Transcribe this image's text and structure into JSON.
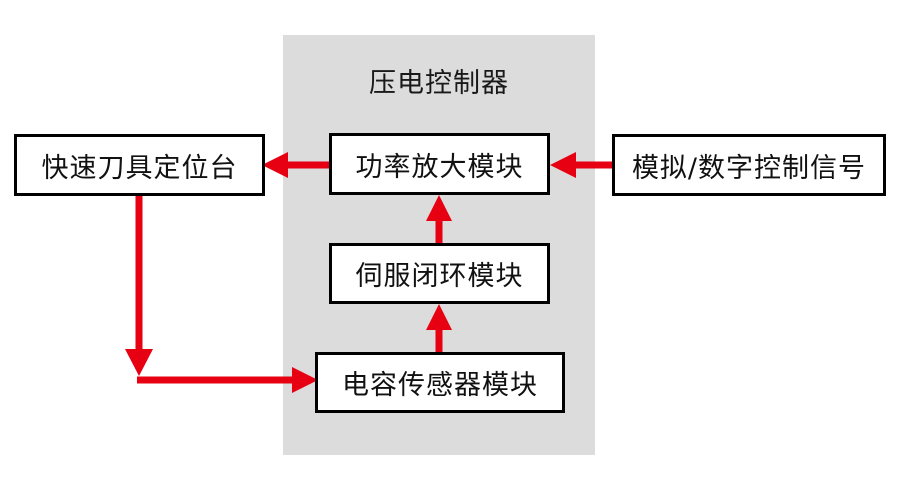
{
  "diagram": {
    "title": "压电控制器",
    "panel": {
      "label": "压电控制器",
      "fill": "#dcdcdc"
    },
    "colors": {
      "arrow": "#e60012",
      "box_border": "#000000",
      "box_fill": "#ffffff",
      "panel_fill": "#dcdcdc",
      "text": "#111111",
      "background": "#ffffff"
    },
    "nodes": [
      {
        "id": "tool-stage",
        "label": "快速刀具定位台",
        "inside_panel": false
      },
      {
        "id": "power-amp",
        "label": "功率放大模块",
        "inside_panel": true
      },
      {
        "id": "control-signal",
        "label": "模拟/数字控制信号",
        "inside_panel": false
      },
      {
        "id": "servo-loop",
        "label": "伺服闭环模块",
        "inside_panel": true
      },
      {
        "id": "cap-sensor",
        "label": "电容传感器模块",
        "inside_panel": true
      }
    ],
    "edges": [
      {
        "from": "power-amp",
        "to": "tool-stage",
        "direction": "left"
      },
      {
        "from": "control-signal",
        "to": "power-amp",
        "direction": "left"
      },
      {
        "from": "servo-loop",
        "to": "power-amp",
        "direction": "up"
      },
      {
        "from": "cap-sensor",
        "to": "servo-loop",
        "direction": "up"
      },
      {
        "from": "tool-stage",
        "to": "cap-sensor",
        "direction": "down-then-right"
      }
    ]
  }
}
